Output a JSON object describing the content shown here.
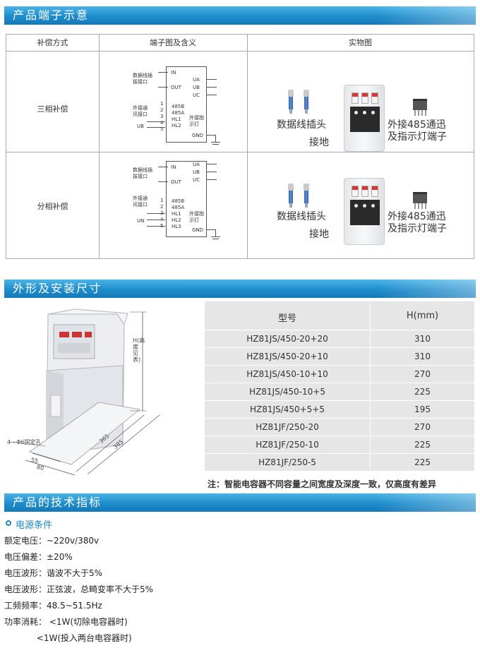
{
  "sections": {
    "terminals_title": "产品端子示意",
    "dimensions_title": "外形及安装尺寸",
    "specs_title": "产品的技术指标"
  },
  "terminal_table": {
    "headers": [
      "补偿方式",
      "端子图及含义",
      "实物图"
    ],
    "rows": [
      {
        "mode": "三相补偿",
        "schematic": {
          "data_plug_label_1": "数据线插",
          "data_plug_label_2": "拔接口",
          "in": "IN",
          "out": "OUT",
          "ext_label_1": "外接通",
          "ext_label_2": "讯接口",
          "pins": [
            "1",
            "2",
            "3",
            "4",
            "5"
          ],
          "pin_labels": [
            "485B",
            "485A",
            "HL1",
            "HL2"
          ],
          "lamp_label_1": "外接指",
          "lamp_label_2": "示灯",
          "lamp_source": "UB",
          "phases": [
            "UA",
            "UB",
            "UC"
          ],
          "gnd": "GND"
        },
        "photo": {
          "plug_label": "数据线插头",
          "ground_label": "接地",
          "ext_label_1": "外接485通迅",
          "ext_label_2": "及指示灯端子"
        }
      },
      {
        "mode": "分相补偿",
        "schematic": {
          "data_plug_label_1": "数据线插",
          "data_plug_label_2": "拔接口",
          "in": "IN",
          "out": "OUT",
          "ext_label_1": "外接通",
          "ext_label_2": "讯接口",
          "pins": [
            "1",
            "2",
            "3",
            "4",
            "5"
          ],
          "pin_labels": [
            "485B",
            "485A",
            "HL1",
            "HL2",
            "HL3"
          ],
          "lamp_label_1": "外接指",
          "lamp_label_2": "示灯",
          "lamp_source": "UN",
          "phases": [
            "UA",
            "UB",
            "UC"
          ],
          "gnd": "GND"
        },
        "photo": {
          "plug_label": "数据线插头",
          "ground_label": "接地",
          "ext_label_1": "外接485通迅",
          "ext_label_2": "及指示灯端子"
        }
      }
    ]
  },
  "dimensions": {
    "height_label": "H(高度见表)",
    "hole_label": "4－Φ6固定孔",
    "dim_365": "365",
    "dim_385": "385",
    "dim_55": "55",
    "dim_80": "80",
    "model_header": "型号",
    "height_header": "H(mm)",
    "models": [
      {
        "model": "HZ81JS/450-20+20",
        "h": "310"
      },
      {
        "model": "HZ81JS/450-20+10",
        "h": "310"
      },
      {
        "model": "HZ81JS/450-10+10",
        "h": "270"
      },
      {
        "model": "HZ81JS/450-10+5",
        "h": "225"
      },
      {
        "model": "HZ81JS/450+5+5",
        "h": "195"
      },
      {
        "model": "HZ81JF/250-20",
        "h": "270"
      },
      {
        "model": "HZ81JF/250-10",
        "h": "225"
      },
      {
        "model": "HZ81JF/250-5",
        "h": "225"
      }
    ],
    "note": "注：智能电容器不同容量之间宽度及深度一致，仅高度有差异"
  },
  "specs": {
    "subheading": "电源条件",
    "lines": [
      "额定电压：~220v/380v",
      "电压偏差：±20%",
      "电压波形：谐波不大于5%",
      "电压波形：正弦波，总畸变率不大于5%",
      "工频频率：48.5~51.5Hz",
      "功率消耗：  <1W(切除电容器时)",
      "            <1W(投入两台电容器时)"
    ]
  },
  "colors": {
    "banner": "#1e8ccc",
    "table_bg": "#e6e6e6",
    "accent": "#1a86c8"
  }
}
